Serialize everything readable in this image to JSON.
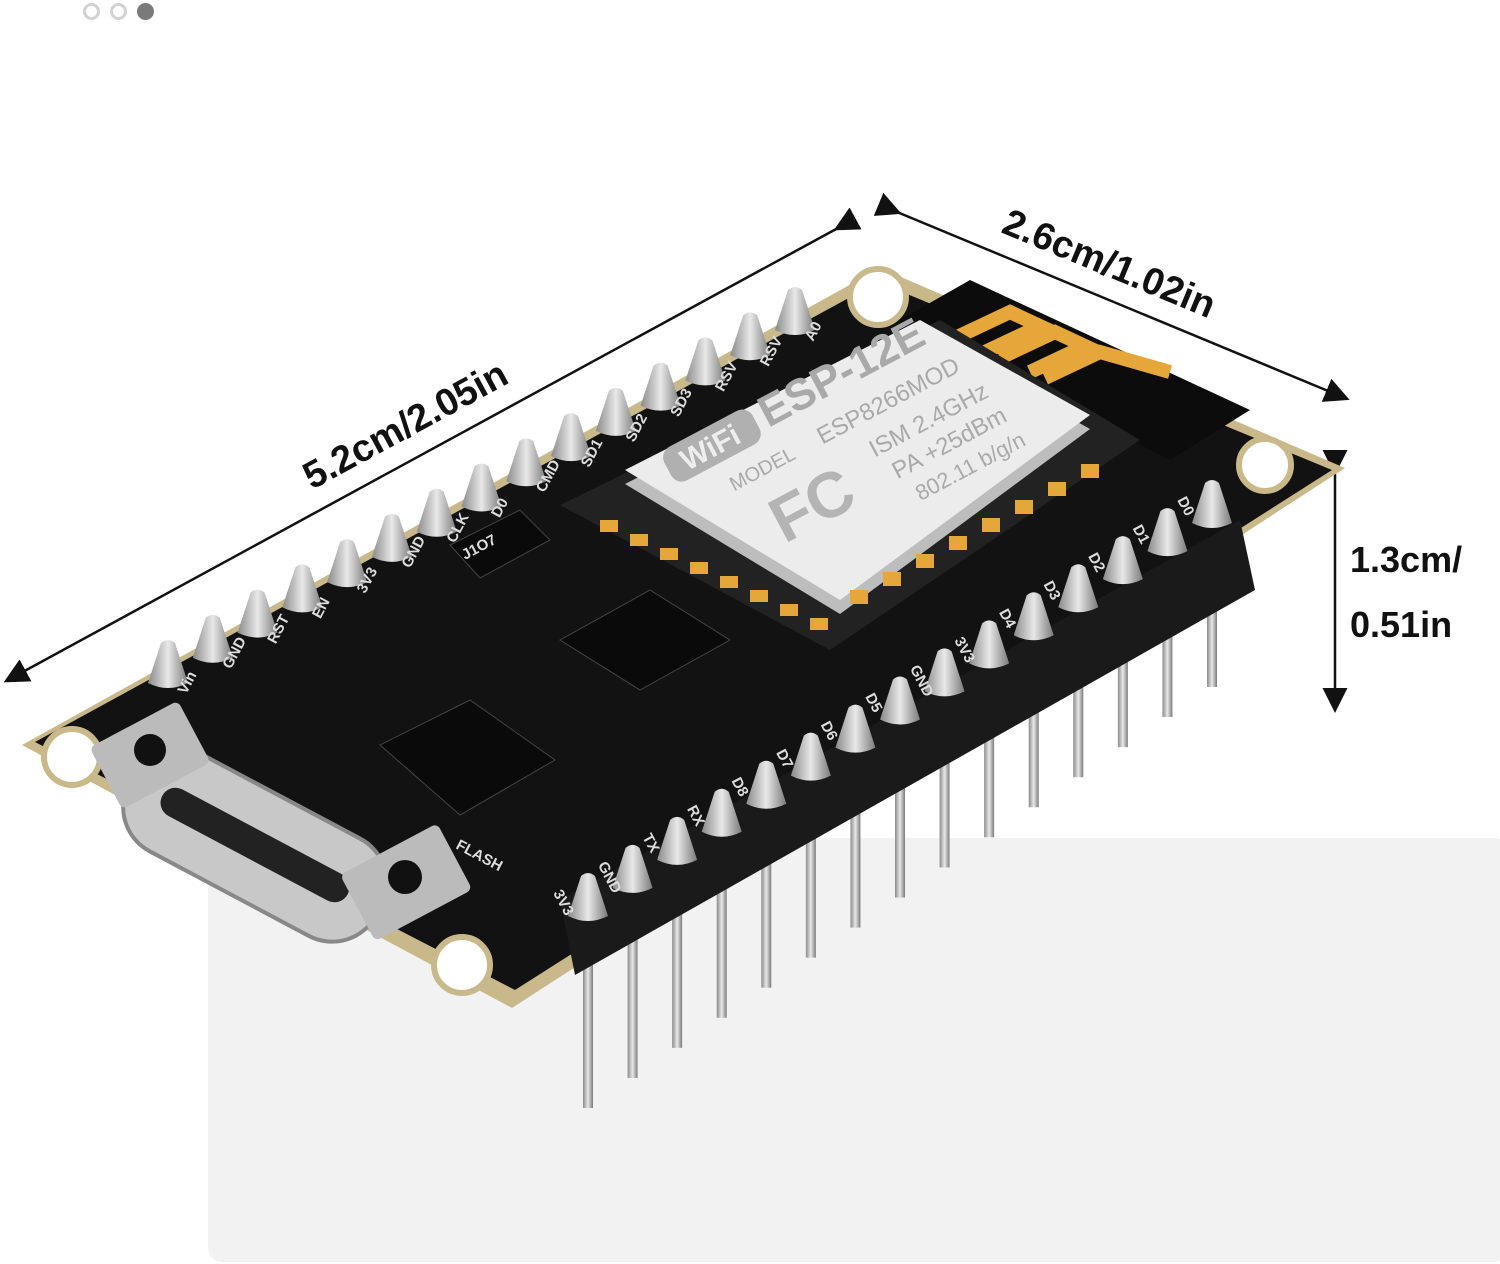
{
  "carousel": {
    "dots": 3,
    "active_index": 2
  },
  "dimensions": {
    "length": "5.2cm/2.05in",
    "width": "2.6cm/1.02in",
    "height_line1": "1.3cm/",
    "height_line2": "0.51in"
  },
  "module": {
    "wifi_logo": "WiFi",
    "name": "ESP-12E",
    "model_label": "MODEL",
    "model": "ESP8266MOD",
    "band": "ISM  2.4GHz",
    "power": "PA +25dBm",
    "standard": "802.11 b/g/n",
    "cert_logo": "FC"
  },
  "board": {
    "top_pins": [
      "Vin",
      "GND",
      "RST",
      "EN",
      "3V3",
      "GND",
      "CLK",
      "D0",
      "CMD",
      "SD1",
      "SD2",
      "SD3",
      "RSV",
      "RSV",
      "A0"
    ],
    "bottom_pins": [
      "3V3",
      "GND",
      "TX",
      "RX",
      "D8",
      "D7",
      "D6",
      "D5",
      "GND",
      "3V3",
      "D4",
      "D3",
      "D2",
      "D1",
      "D0"
    ],
    "button_label": "FLASH",
    "regulator_label": "J1O7"
  },
  "colors": {
    "pcb": "#121212",
    "edge": "#c9b98a",
    "gold": "#e6a73a",
    "shield": "#ececec"
  }
}
